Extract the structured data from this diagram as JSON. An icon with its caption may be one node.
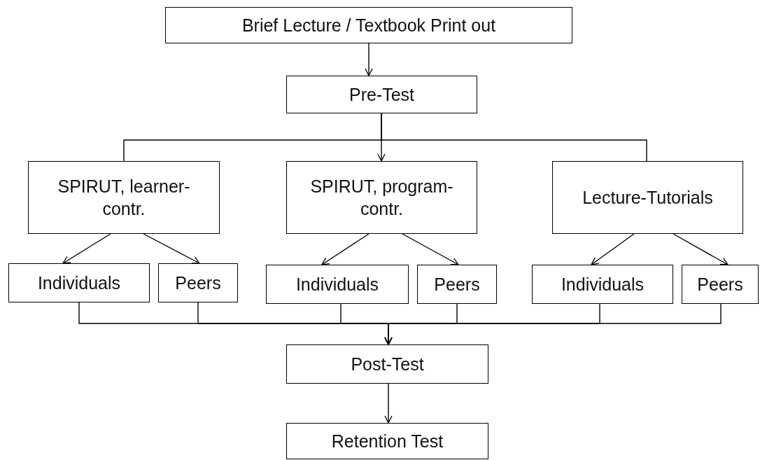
{
  "diagram": {
    "nodes": [
      {
        "text": [
          "Brief Lecture / Textbook Print out"
        ]
      },
      {
        "text": [
          "Pre-Test"
        ]
      },
      {
        "text": [
          "SPIRUT, learner-contr."
        ]
      },
      {
        "text": [
          "SPIRUT, program-contr."
        ]
      },
      {
        "text": [
          "Lecture-Tutorials"
        ]
      },
      {
        "text": [
          "Individuals"
        ]
      },
      {
        "text": [
          "Peers"
        ]
      },
      {
        "text": [
          "Individuals"
        ]
      },
      {
        "text": [
          "Peers"
        ]
      },
      {
        "text": [
          "Individuals"
        ]
      },
      {
        "text": [
          "Peers"
        ]
      },
      {
        "text": [
          "Post-Test"
        ]
      },
      {
        "text": [
          "Retention Test"
        ]
      }
    ],
    "edges": [
      {
        "from": 0,
        "to": 1,
        "arrow": "to"
      },
      {
        "from": 1,
        "to": 2,
        "arrow": "none"
      },
      {
        "from": 1,
        "to": 3,
        "arrow": "to"
      },
      {
        "from": 1,
        "to": 4,
        "arrow": "none"
      },
      {
        "from": 2,
        "to": 5,
        "arrow": "to"
      },
      {
        "from": 2,
        "to": 6,
        "arrow": "to"
      },
      {
        "from": 3,
        "to": 7,
        "arrow": "to"
      },
      {
        "from": 3,
        "to": 8,
        "arrow": "to"
      },
      {
        "from": 4,
        "to": 9,
        "arrow": "to"
      },
      {
        "from": 4,
        "to": 10,
        "arrow": "to"
      },
      {
        "from": 5,
        "to": 11,
        "arrow": "to"
      },
      {
        "from": 6,
        "to": 11,
        "arrow": "to"
      },
      {
        "from": 7,
        "to": 11,
        "arrow": "to"
      },
      {
        "from": 8,
        "to": 11,
        "arrow": "to"
      },
      {
        "from": 9,
        "to": 11,
        "arrow": "to"
      },
      {
        "from": 10,
        "to": 11,
        "arrow": "to"
      },
      {
        "from": 11,
        "to": 12,
        "arrow": "to"
      }
    ]
  }
}
